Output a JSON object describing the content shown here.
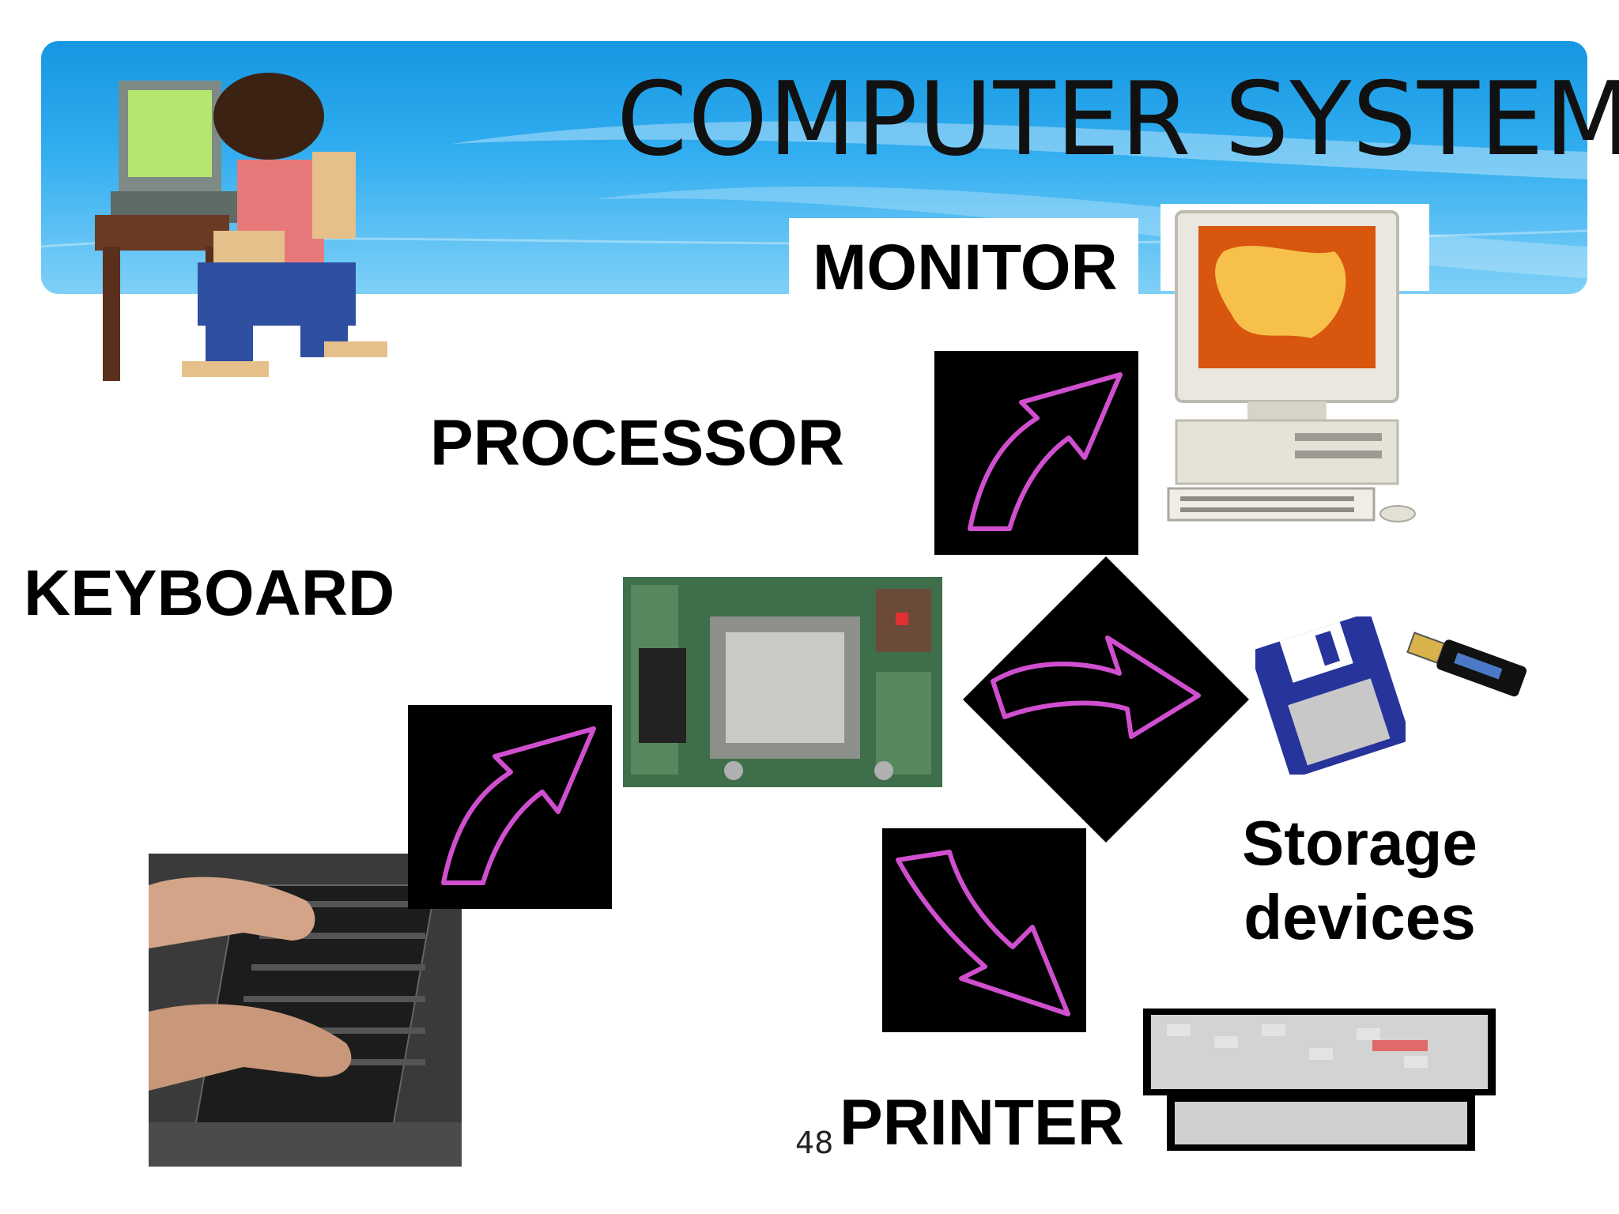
{
  "slide": {
    "title": "COMPUTER SYSTEM",
    "page_number": "48"
  },
  "labels": {
    "monitor": "MONITOR",
    "processor": "PROCESSOR",
    "keyboard": "KEYBOARD",
    "storage_line1": "Storage",
    "storage_line2": "devices",
    "printer": "PRINTER"
  },
  "colors": {
    "banner_top": "#1597e2",
    "banner_bottom": "#7fd0f7",
    "arrow_outline": "#d04fcf",
    "arrow_background": "#000000"
  },
  "icons": {
    "user": "person-at-computer-icon",
    "monitor": "desktop-computer-icon",
    "processor": "motherboard-cpu-icon",
    "keyboard": "hands-on-keyboard-icon",
    "storage_floppy": "floppy-disk-icon",
    "storage_usb": "usb-drive-icon",
    "printer": "printer-icon",
    "arrow": "curved-arrow-icon"
  }
}
